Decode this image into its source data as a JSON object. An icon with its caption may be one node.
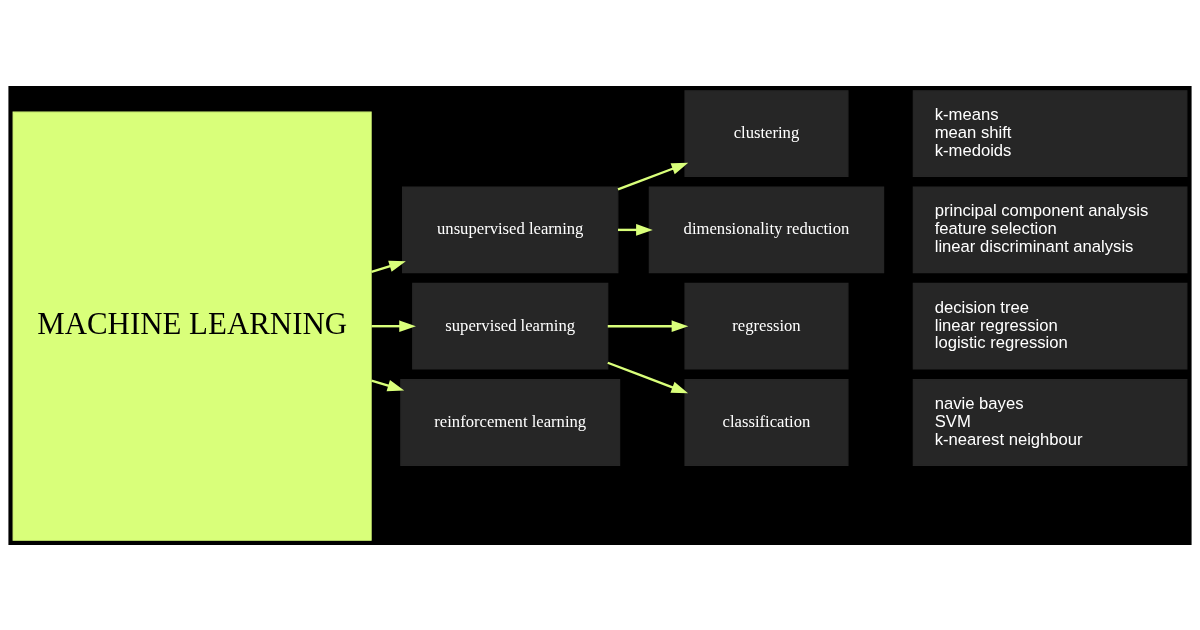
{
  "diagram": {
    "nodes": [
      {
        "text": [
          "MACHINE LEARNING"
        ]
      },
      {
        "text": [
          "unsupervised learning"
        ]
      },
      {
        "text": [
          "clustering"
        ]
      },
      {
        "text": [
          "k-means",
          "mean shift",
          "k-medoids"
        ]
      },
      {
        "text": [
          "dimensionality reduction"
        ]
      },
      {
        "text": [
          "principal component analysis",
          "feature selection",
          "linear discriminant analysis"
        ]
      },
      {
        "text": [
          "supervised learning"
        ]
      },
      {
        "text": [
          "regression"
        ]
      },
      {
        "text": [
          "decision tree",
          "linear regression",
          "logistic regression"
        ]
      },
      {
        "text": [
          "classification"
        ]
      },
      {
        "text": [
          "navie bayes",
          "SVM",
          "k-nearest neighbour"
        ]
      },
      {
        "text": [
          "reinforcement learning"
        ]
      }
    ],
    "edges": [
      {
        "from": 0,
        "to": 1,
        "arrow": "to"
      },
      {
        "from": 0,
        "to": 6,
        "arrow": "to"
      },
      {
        "from": 0,
        "to": 11,
        "arrow": "to"
      },
      {
        "from": 1,
        "to": 2,
        "arrow": "to"
      },
      {
        "from": 1,
        "to": 4,
        "arrow": "to"
      },
      {
        "from": 6,
        "to": 7,
        "arrow": "to"
      },
      {
        "from": 6,
        "to": 9,
        "arrow": "to"
      }
    ]
  }
}
